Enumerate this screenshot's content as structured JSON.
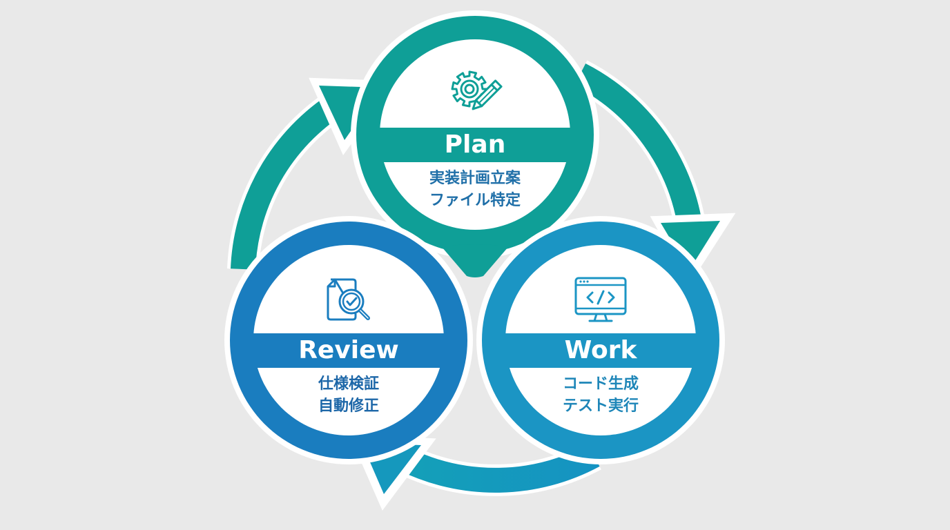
{
  "diagram": {
    "type": "cycle",
    "direction": "clockwise",
    "flow": [
      "Plan",
      "Work",
      "Review"
    ],
    "colors": {
      "background": "#e9e9e9",
      "outline": "#ffffff",
      "plan": "#0f9f97",
      "review": "#1a7dbf",
      "work": "#1b95c4",
      "arrow_plan_to_work": "#0f9f97",
      "arrow_review_to_plan": "#0f9f97",
      "arrow_work_to_review": "#1598bd"
    },
    "nodes": [
      {
        "id": "plan",
        "title": "Plan",
        "icon": "gear-pencil-icon",
        "lines": [
          "実装計画立案",
          "ファイル特定"
        ],
        "color": "#0f9f97"
      },
      {
        "id": "work",
        "title": "Work",
        "icon": "code-monitor-icon",
        "lines": [
          "コード生成",
          "テスト実行"
        ],
        "color": "#1b95c4"
      },
      {
        "id": "review",
        "title": "Review",
        "icon": "document-search-check-icon",
        "lines": [
          "仕様検証",
          "自動修正"
        ],
        "color": "#1a7dbf"
      }
    ]
  }
}
